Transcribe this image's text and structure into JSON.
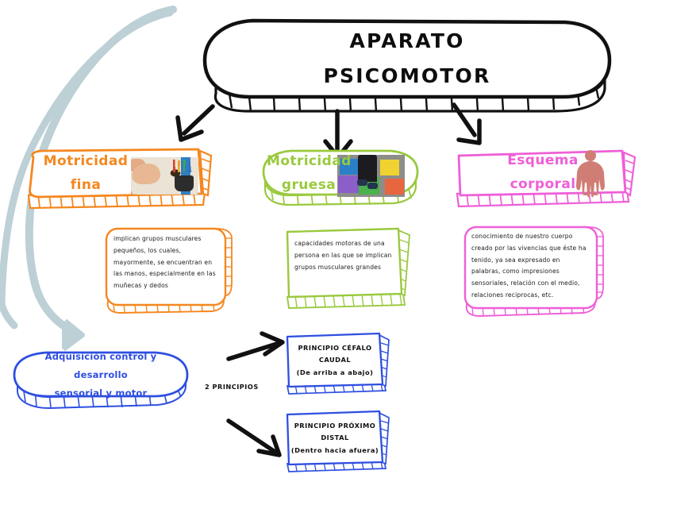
{
  "diagram": {
    "title_node": {
      "line1": "APARATO",
      "line2": "PSICOMOTOR",
      "color": "#111111"
    },
    "categories": [
      {
        "id": "motricidad-fina",
        "label_line1": "Motricidad",
        "label_line2": "fina",
        "color": "#f5871f",
        "image": "child-hand-crayons-photo",
        "description": "implican grupos musculares pequeños, los cuales, mayormente, se encuentran en las manos, especialmente en las muñecas y dedos"
      },
      {
        "id": "motricidad-gruesa",
        "label_line1": "Motricidad",
        "label_line2": "gruesa",
        "color": "#9ac93e",
        "image": "hopscotch-child-photo",
        "description": "capacidades motoras de una persona en las que se implican grupos musculares grandes"
      },
      {
        "id": "esquema-corporal",
        "label_line1": "Esquema",
        "label_line2": "corporal",
        "color": "#ee5fd8",
        "image": "human-body-silhouette-icon",
        "description": "conocimiento de nuestro cuerpo creado por las vivencias que éste ha tenido, ya sea expresado en palabras, como impresiones sensoriales, relación con el medio, relaciones reciprocas, etc."
      }
    ],
    "acquisition_node": {
      "line1": "Adquisición control y desarrollo",
      "line2": "sensorial y motor",
      "color": "#2e4fe0"
    },
    "connector_label": "2 PRINCIPIOS",
    "principles": [
      {
        "id": "cefalo-caudal",
        "line1": "PRINCIPIO CÉFALO",
        "line2": "CAUDAL",
        "line3": "(De arriba a abajo)",
        "color": "#2e4fe0"
      },
      {
        "id": "proximo-distal",
        "line1": "PRINCIPIO PRÓXIMO",
        "line2": "DISTAL",
        "line3": "(Dentro hacia afuera)",
        "color": "#2e4fe0"
      }
    ],
    "colors": {
      "arrow_black": "#111111",
      "arrow_gray_blue": "#bcd0d6",
      "silhouette": "#d07e75"
    }
  }
}
